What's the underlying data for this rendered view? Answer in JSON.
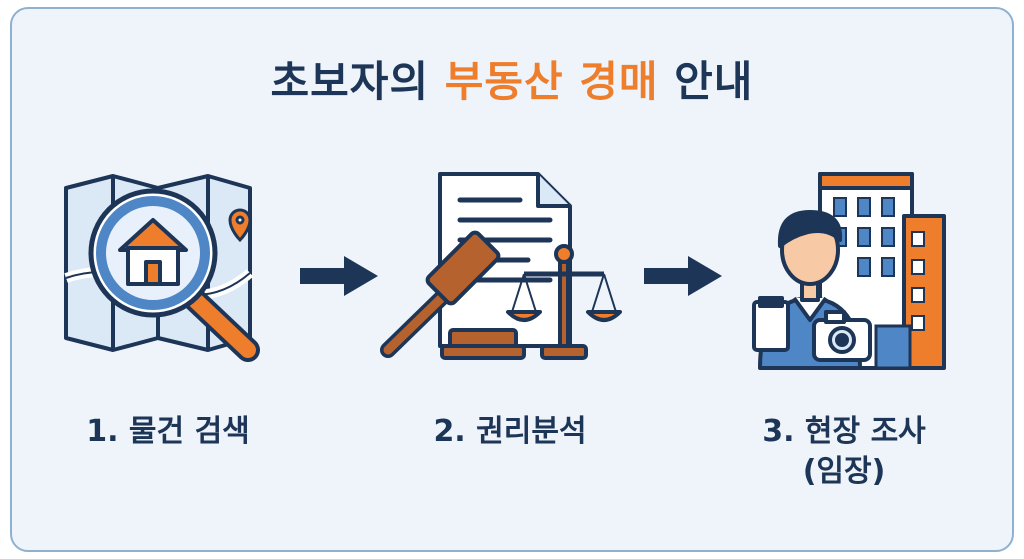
{
  "title": {
    "prefix": "초보자의 ",
    "highlight": "부동산 경매",
    "suffix": " 안내"
  },
  "steps": [
    {
      "label": "1. 물건 검색",
      "icon": "map-magnifier-house-icon"
    },
    {
      "label": "2. 권리분석",
      "icon": "document-gavel-scales-icon"
    },
    {
      "label": "3. 현장 조사",
      "label2": "(임장)",
      "icon": "inspector-building-camera-icon"
    }
  ],
  "colors": {
    "navy": "#1d3557",
    "orange": "#ee7d2c",
    "blue": "#4f86c6",
    "light_blue": "#cfe0f3",
    "background": "#eef4fa"
  }
}
